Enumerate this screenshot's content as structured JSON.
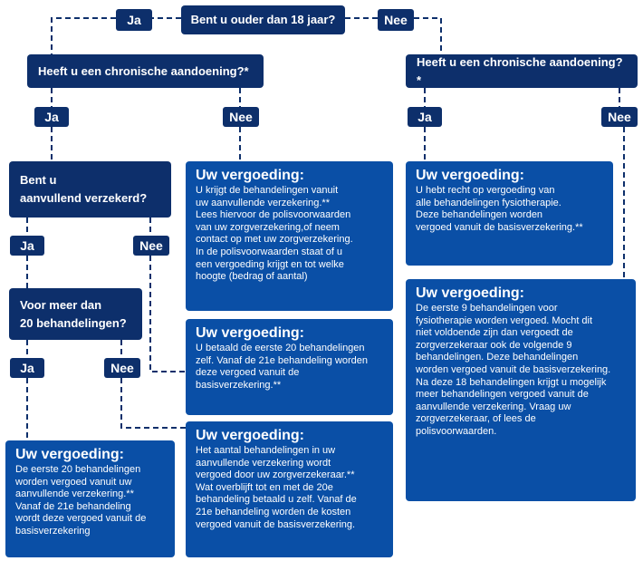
{
  "colors": {
    "question": "#0d2f6b",
    "result": "#0a4fa6",
    "connector": "#0d2f6b"
  },
  "questions": {
    "age": "Bent u ouder dan 18 jaar?",
    "chronic_left": "Heeft u een chronische aandoening?*",
    "chronic_right": "Heeft u een chronische aandoening?*",
    "supplementary": "Bent u\naanvullend verzekerd?",
    "over20": "Voor meer dan\n20 behandelingen?"
  },
  "answers": {
    "age_yes": "Ja",
    "age_no": "Nee",
    "chronic_left_yes": "Ja",
    "chronic_left_no": "Nee",
    "chronic_right_yes": "Ja",
    "chronic_right_no": "Nee",
    "supplementary_yes": "Ja",
    "supplementary_no": "Nee",
    "over20_yes": "Ja",
    "over20_no": "Nee"
  },
  "results": {
    "under18_chronic": {
      "title": "Uw vergoeding:",
      "body": "U hebt recht op vergoeding van\nalle behandelingen fysiotherapie.\nDeze behandelingen worden\nvergoed  vanuit de basisverzekering.**"
    },
    "under18_not_chronic": {
      "title": "Uw vergoeding:",
      "body": "De eerste 9 behandelingen voor\nfysiotherapie worden vergoed. Mocht dit\nniet voldoende zijn dan vergoedt de\nzorgverzekeraar ook de volgende 9\nbehandelingen. Deze behandelingen\nworden vergoed vanuit de basisverzekering.\nNa deze 18 behandelingen krijgt u mogelijk\nmeer behandelingen vergoed vanuit de\naanvullende verzekering. Vraag uw\nzorgverzekeraar, of lees de\npolisvoorwaarden."
    },
    "adult_not_chronic": {
      "title": "Uw vergoeding:",
      "body": "U krijgt de behandelingen vanuit\nuw aanvullende verzekering.**\nLees hiervoor  de polisvoorwaarden\nvan uw zorgverzekering,of neem\ncontact op met uw zorgverzekering.\nIn de polisvoorwaarden staat of u\neen vergoeding krijgt en tot  welke\nhoogte (bedrag of aantal)"
    },
    "adult_chronic_no_supplementary": {
      "title": "Uw vergoeding:",
      "body": "U betaald de eerste 20 behandelingen\nzelf.  Vanaf de 21e behandeling worden\ndeze vergoed vanuit de\nbasisverzekering.**"
    },
    "adult_chronic_supplementary_max20": {
      "title": "Uw vergoeding:",
      "body": "Het aantal behandelingen in uw\naanvullende verzekering wordt\nvergoed door uw zorgverzekeraar.**\nWat overblijft tot en met de 20e\nbehandeling betaald u zelf.  Vanaf de\n21e behandeling worden de kosten\nvergoed vanuit de basisverzekering."
    },
    "adult_chronic_supplementary_over20": {
      "title": "Uw vergoeding:",
      "body": "De eerste 20 behandelingen\nworden vergoed vanuit uw\naanvullende verzekering.**\nVanaf de 21e behandeling\nwordt deze vergoed vanuit de\nbasisverzekering"
    }
  }
}
